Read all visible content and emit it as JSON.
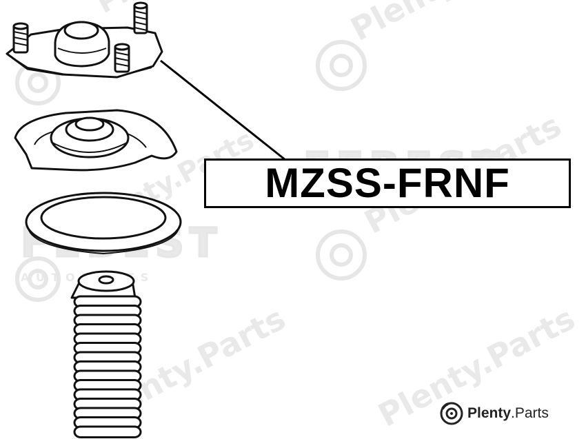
{
  "diagram": {
    "part_number": "MZSS-FRNF",
    "components": [
      "strut-mount",
      "upper-spring-seat",
      "spring-pad",
      "dust-boot"
    ]
  },
  "watermarks": {
    "site_text": "Plenty.Parts",
    "maker_text": "FEBEST",
    "maker_subtext": "A U T O   P A R T S"
  },
  "brand_badge": {
    "name_bold": "Plenty",
    "name_rest": ".Parts",
    "icon": "brake-disc-icon"
  },
  "colors": {
    "line": "#111111",
    "watermark": "#e9e9e9",
    "background": "#ffffff"
  }
}
